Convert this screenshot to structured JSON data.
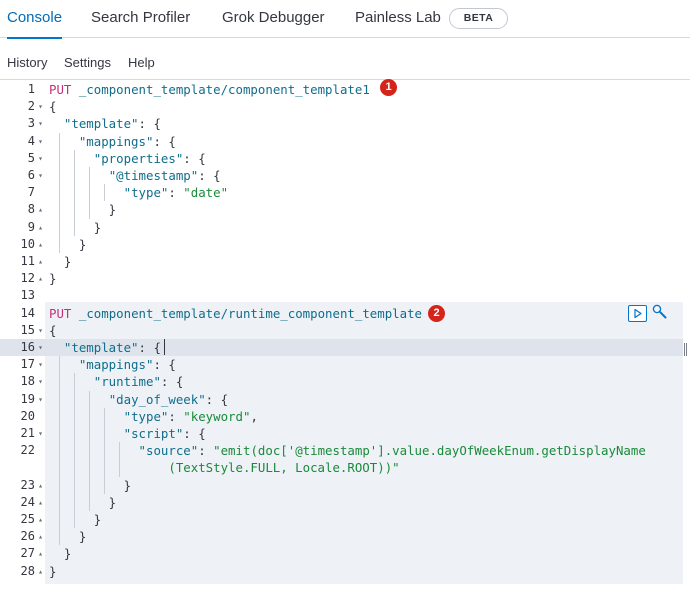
{
  "tabs": [
    {
      "label": "Console",
      "active": true
    },
    {
      "label": "Search Profiler",
      "active": false
    },
    {
      "label": "Grok Debugger",
      "active": false
    },
    {
      "label": "Painless Lab",
      "active": false
    }
  ],
  "beta_badge": "BETA",
  "subnav": {
    "history": "History",
    "settings": "Settings",
    "help": "Help"
  },
  "badges": {
    "first": "1",
    "second": "2"
  },
  "colors": {
    "accent": "#0077cc",
    "method": "#c62f7a",
    "key": "#0f6e8c",
    "string": "#1a8a3a",
    "badge": "#d4251a"
  },
  "lines": [
    {
      "n": "1",
      "fold": "",
      "parts": [
        [
          "m",
          "PUT"
        ],
        [
          "p",
          " "
        ],
        [
          "u",
          "_component_template/component_template1"
        ]
      ]
    },
    {
      "n": "2",
      "fold": "▾",
      "parts": [
        [
          "p",
          "{"
        ]
      ]
    },
    {
      "n": "3",
      "fold": "▾",
      "parts": [
        [
          "p",
          "  "
        ],
        [
          "k",
          "\"template\""
        ],
        [
          "p",
          ": {"
        ]
      ]
    },
    {
      "n": "4",
      "fold": "▾",
      "parts": [
        [
          "p",
          "    "
        ],
        [
          "k",
          "\"mappings\""
        ],
        [
          "p",
          ": {"
        ]
      ]
    },
    {
      "n": "5",
      "fold": "▾",
      "parts": [
        [
          "p",
          "      "
        ],
        [
          "k",
          "\"properties\""
        ],
        [
          "p",
          ": {"
        ]
      ]
    },
    {
      "n": "6",
      "fold": "▾",
      "parts": [
        [
          "p",
          "        "
        ],
        [
          "k",
          "\"@timestamp\""
        ],
        [
          "p",
          ": {"
        ]
      ]
    },
    {
      "n": "7",
      "fold": "",
      "parts": [
        [
          "p",
          "          "
        ],
        [
          "k",
          "\"type\""
        ],
        [
          "p",
          ": "
        ],
        [
          "s",
          "\"date\""
        ]
      ]
    },
    {
      "n": "8",
      "fold": "▴",
      "parts": [
        [
          "p",
          "        }"
        ]
      ]
    },
    {
      "n": "9",
      "fold": "▴",
      "parts": [
        [
          "p",
          "      }"
        ]
      ]
    },
    {
      "n": "10",
      "fold": "▴",
      "parts": [
        [
          "p",
          "    }"
        ]
      ]
    },
    {
      "n": "11",
      "fold": "▴",
      "parts": [
        [
          "p",
          "  }"
        ]
      ]
    },
    {
      "n": "12",
      "fold": "▴",
      "parts": [
        [
          "p",
          "}"
        ]
      ]
    },
    {
      "n": "13",
      "fold": "",
      "parts": []
    },
    {
      "n": "14",
      "fold": "",
      "parts": [
        [
          "m",
          "PUT"
        ],
        [
          "p",
          " "
        ],
        [
          "u",
          "_component_template/runtime_component_template"
        ]
      ]
    },
    {
      "n": "15",
      "fold": "▾",
      "parts": [
        [
          "p",
          "{"
        ]
      ]
    },
    {
      "n": "16",
      "fold": "▾",
      "parts": [
        [
          "p",
          "  "
        ],
        [
          "k",
          "\"template\""
        ],
        [
          "p",
          ": {"
        ]
      ]
    },
    {
      "n": "17",
      "fold": "▾",
      "parts": [
        [
          "p",
          "    "
        ],
        [
          "k",
          "\"mappings\""
        ],
        [
          "p",
          ": {"
        ]
      ]
    },
    {
      "n": "18",
      "fold": "▾",
      "parts": [
        [
          "p",
          "      "
        ],
        [
          "k",
          "\"runtime\""
        ],
        [
          "p",
          ": {"
        ]
      ]
    },
    {
      "n": "19",
      "fold": "▾",
      "parts": [
        [
          "p",
          "        "
        ],
        [
          "k",
          "\"day_of_week\""
        ],
        [
          "p",
          ": {"
        ]
      ]
    },
    {
      "n": "20",
      "fold": "",
      "parts": [
        [
          "p",
          "          "
        ],
        [
          "k",
          "\"type\""
        ],
        [
          "p",
          ": "
        ],
        [
          "s",
          "\"keyword\""
        ],
        [
          "p",
          ","
        ]
      ]
    },
    {
      "n": "21",
      "fold": "▾",
      "parts": [
        [
          "p",
          "          "
        ],
        [
          "k",
          "\"script\""
        ],
        [
          "p",
          ": {"
        ]
      ]
    },
    {
      "n": "22",
      "fold": "",
      "parts": [
        [
          "p",
          "            "
        ],
        [
          "k",
          "\"source\""
        ],
        [
          "p",
          ": "
        ],
        [
          "s",
          "\"emit(doc['@timestamp'].value.dayOfWeekEnum.getDisplayName"
        ]
      ]
    },
    {
      "n": "",
      "fold": "",
      "parts": [
        [
          "s",
          "                (TextStyle.FULL, Locale.ROOT))\""
        ]
      ]
    },
    {
      "n": "23",
      "fold": "▴",
      "parts": [
        [
          "p",
          "          }"
        ]
      ]
    },
    {
      "n": "24",
      "fold": "▴",
      "parts": [
        [
          "p",
          "        }"
        ]
      ]
    },
    {
      "n": "25",
      "fold": "▴",
      "parts": [
        [
          "p",
          "      }"
        ]
      ]
    },
    {
      "n": "26",
      "fold": "▴",
      "parts": [
        [
          "p",
          "    }"
        ]
      ]
    },
    {
      "n": "27",
      "fold": "▴",
      "parts": [
        [
          "p",
          "  }"
        ]
      ]
    },
    {
      "n": "28",
      "fold": "▴",
      "parts": [
        [
          "p",
          "}"
        ]
      ]
    }
  ]
}
